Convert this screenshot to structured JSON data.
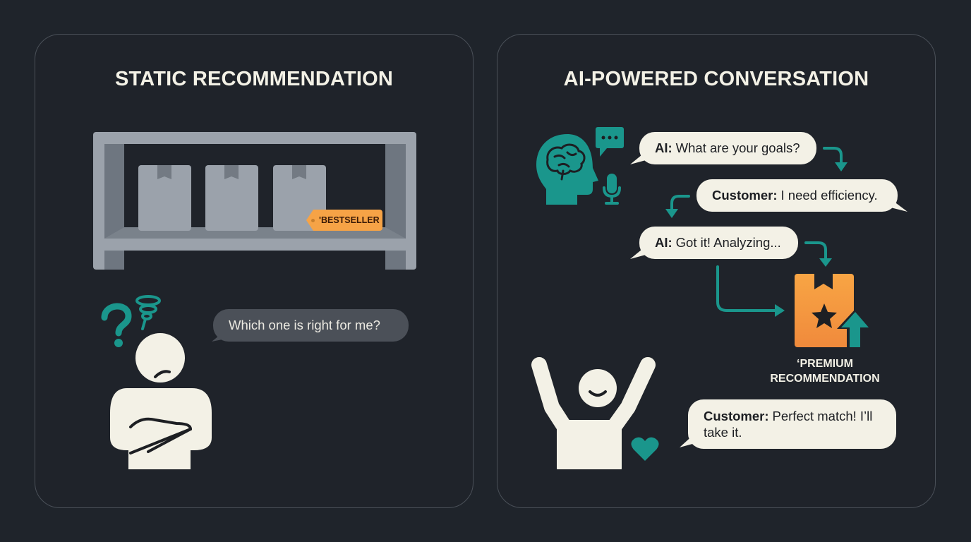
{
  "left_panel": {
    "title": "STATIC RECOMMENDATION",
    "shelf": {
      "box_count": 3,
      "tag_label": "'BESTSELLER",
      "tag_color": "#f6a346"
    },
    "customer_bubble": "Which one is right for me?",
    "icons": [
      "question-mark-icon",
      "confusion-swirl-icon",
      "arms-crossed-person-icon"
    ]
  },
  "right_panel": {
    "title": "AI-POWERED CONVERSATION",
    "messages": [
      {
        "speaker": "AI:",
        "text": "What are your goals?"
      },
      {
        "speaker": "Customer:",
        "text": "I need efficiency."
      },
      {
        "speaker": "AI:",
        "text": "Got it! Analyzing..."
      },
      {
        "speaker": "Customer:",
        "text": "Perfect match! I’ll take it."
      }
    ],
    "recommendation_label_line1": "‘PREMIUM",
    "recommendation_label_line2": "RECOMMENDATION",
    "icons": [
      "ai-brain-head-icon",
      "chat-dots-icon",
      "microphone-icon",
      "premium-box-star-icon",
      "up-arrow-icon",
      "heart-icon",
      "happy-person-icon"
    ]
  },
  "colors": {
    "background": "#1f242b",
    "teal": "#1a968c",
    "orange": "#f6a346",
    "cream": "#f3f1e6",
    "shelf_gray": "#9ba2ab"
  }
}
